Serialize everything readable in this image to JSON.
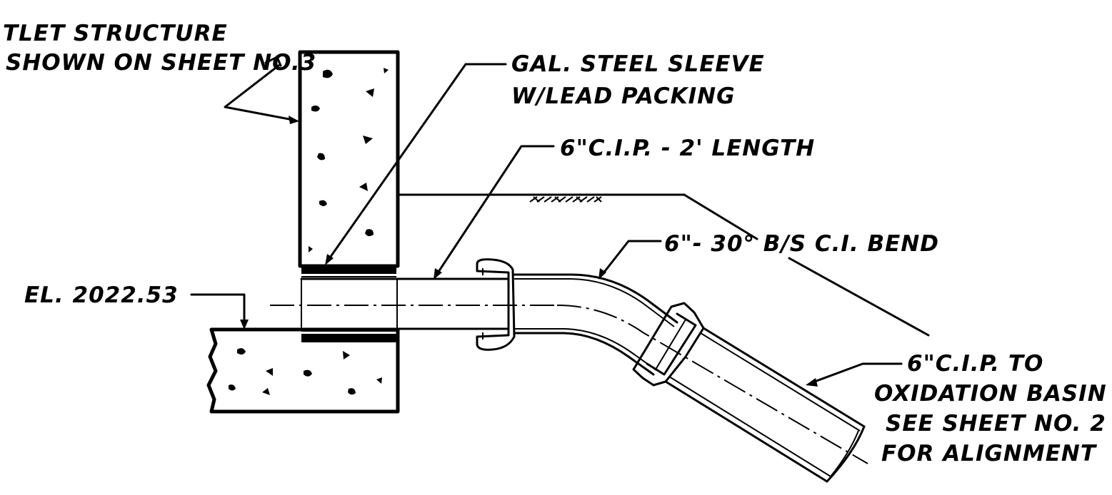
{
  "labels": {
    "outlet_line1": "TLET STRUCTURE",
    "outlet_line2": "SHOWN ON SHEET NO.3",
    "sleeve_line1": "GAL. STEEL SLEEVE",
    "sleeve_line2": "W/LEAD PACKING",
    "cip_length": "6\"C.I.P. - 2' LENGTH",
    "bend": "6\"- 30° B/S C.I. BEND",
    "elevation": "EL. 2022.53",
    "basin_line1": "6\"C.I.P. TO",
    "basin_line2": "OXIDATION BASIN",
    "basin_line3": "SEE SHEET NO. 2",
    "basin_line4": "FOR ALIGNMENT"
  }
}
